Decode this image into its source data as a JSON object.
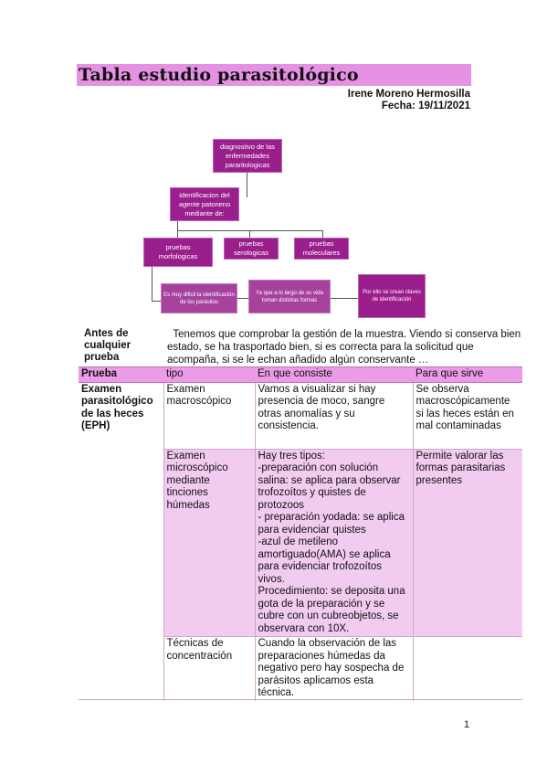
{
  "header": {
    "title": "Tabla estudio parasitológico",
    "author": "Irene Moreno Hermosilla",
    "date": "Fecha: 19/11/2021"
  },
  "diagram": {
    "root": "diagnostivo de las enfermedades pararitologicas",
    "identify": "identificacion del agente patoneno mediante de:",
    "tests": [
      "pruebas morfologicas",
      "pruebas serologicas",
      "pruebas moleculares"
    ],
    "note1": "Es muy dificil la identificación de los parásitos",
    "note2": "Ya que a lo largo de su vida toman distintas formas",
    "note3": "Por ello se crean claves de identificación"
  },
  "intro": {
    "label": "Antes de cualquier prueba",
    "text": "Tenemos que comprobar la gestión de la muestra. Viendo si conserva bien estado, se ha trasportado bien, si es correcta para la solicitud que acompaña, si se le echan añadido algún conservante …"
  },
  "table": {
    "headers": [
      "Prueba",
      "tipo",
      "En que consiste",
      "Para que sirve"
    ],
    "section": "Examen parasitológico de las heces (EPH)",
    "rows": [
      {
        "tipo": "Examen macroscópico",
        "consiste": "Vamos a visualizar si hay presencia de moco, sangre otras anomalías y su consistencia.",
        "sirve": "Se observa macroscópicamente si las heces están en mal contaminadas"
      },
      {
        "tipo": "Examen microscópico mediante tinciones húmedas",
        "consiste_lines": [
          "Hay tres tipos:",
          "-preparación con solución salina: se aplica para observar trofozoítos y quistes de protozoos",
          "- preparación yodada: se aplica para evidenciar quistes",
          "-azul de metileno amortiguado(AMA) se aplica para evidenciar trofozoítos vivos.",
          "Procedimiento: se deposita una gota de la preparación y se cubre con un cubreobjetos, se observara con 10X."
        ],
        "sirve": "Permite valorar las formas parasitarias presentes"
      },
      {
        "tipo": "Técnicas de concentración",
        "consiste": "Cuando la observación de las preparaciones húmedas da negativo pero hay sospecha de parásitos aplicamos esta técnica.",
        "sirve": ""
      }
    ]
  },
  "footer": {
    "page": "1"
  }
}
